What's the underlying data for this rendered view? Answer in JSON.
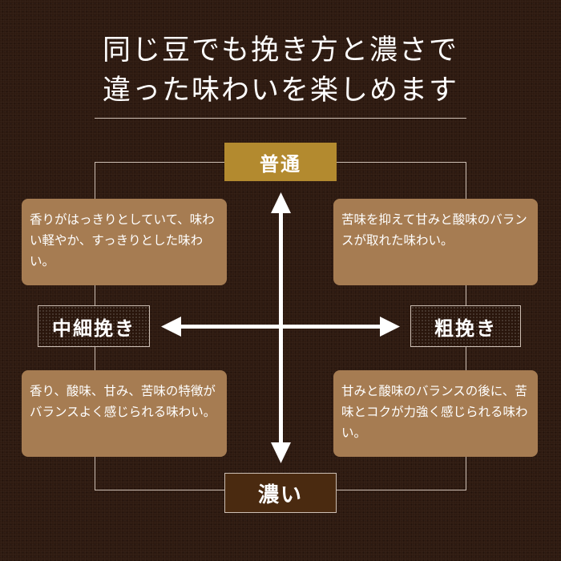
{
  "title": {
    "line1": "同じ豆でも挽き方と濃さで",
    "line2": "違った味わいを楽しめます"
  },
  "axis": {
    "top": "普通",
    "bottom": "濃い",
    "left": "中細挽き",
    "right": "粗挽き"
  },
  "quadrants": {
    "top_left": "香りがはっきりとしていて、味わい軽やか、すっきりとした味わい。",
    "top_right": "苦味を抑えて甘みと酸味のバランスが取れた味わい。",
    "bottom_left": "香り、酸味、甘み、苦味の特徴がバランスよく感じられる味わい。",
    "bottom_right": "甘みと酸味のバランスの後に、苦味とコクが力強く感じられる味わい。"
  },
  "colors": {
    "background": "#2e1a10",
    "box": "#a67c52",
    "top_label": "#b38a2f",
    "bottom_label": "#4a2a10"
  }
}
